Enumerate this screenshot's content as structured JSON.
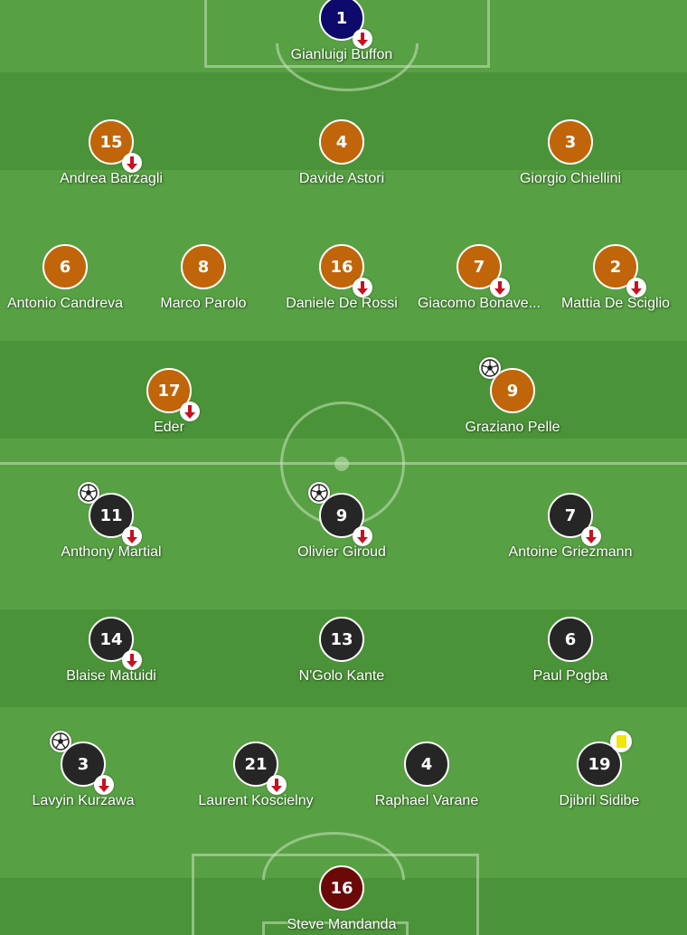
{
  "colors": {
    "italy_outfield": "#c1650a",
    "italy_goalkeeper": "#0d0a6b",
    "france_outfield": "#262626",
    "france_goalkeeper": "#6b0909",
    "yellow_card": "#f0e60a",
    "substitution_arrow": "#c8101e"
  },
  "italy": [
    {
      "number": "1",
      "name": "Gianluigi Buffon",
      "subbed_off": true
    },
    {
      "number": "15",
      "name": "Andrea Barzagli",
      "subbed_off": true
    },
    {
      "number": "4",
      "name": "Davide Astori"
    },
    {
      "number": "3",
      "name": "Giorgio Chiellini"
    },
    {
      "number": "6",
      "name": "Antonio Candreva"
    },
    {
      "number": "8",
      "name": "Marco Parolo"
    },
    {
      "number": "16",
      "name": "Daniele De Rossi",
      "subbed_off": true
    },
    {
      "number": "7",
      "name": "Giacomo Bonave...",
      "subbed_off": true
    },
    {
      "number": "2",
      "name": "Mattia De Sciglio",
      "subbed_off": true
    },
    {
      "number": "17",
      "name": "Eder",
      "subbed_off": true
    },
    {
      "number": "9",
      "name": "Graziano Pelle",
      "scored": true
    }
  ],
  "france": [
    {
      "number": "11",
      "name": "Anthony Martial",
      "subbed_off": true,
      "scored": true
    },
    {
      "number": "9",
      "name": "Olivier Giroud",
      "subbed_off": true,
      "scored": true
    },
    {
      "number": "7",
      "name": "Antoine Griezmann",
      "subbed_off": true
    },
    {
      "number": "14",
      "name": "Blaise Matuidi",
      "subbed_off": true
    },
    {
      "number": "13",
      "name": "N'Golo Kante"
    },
    {
      "number": "6",
      "name": "Paul Pogba"
    },
    {
      "number": "3",
      "name": "Lavyin Kurzawa",
      "subbed_off": true,
      "scored": true
    },
    {
      "number": "21",
      "name": "Laurent Koscielny",
      "subbed_off": true
    },
    {
      "number": "4",
      "name": "Raphael Varane"
    },
    {
      "number": "19",
      "name": "Djibril Sidibe",
      "yellow_card": true
    },
    {
      "number": "16",
      "name": "Steve Mandanda"
    }
  ],
  "icons": {
    "substitution": "sub-off-arrow-icon",
    "goal": "football-icon",
    "booking": "yellow-card-icon"
  }
}
